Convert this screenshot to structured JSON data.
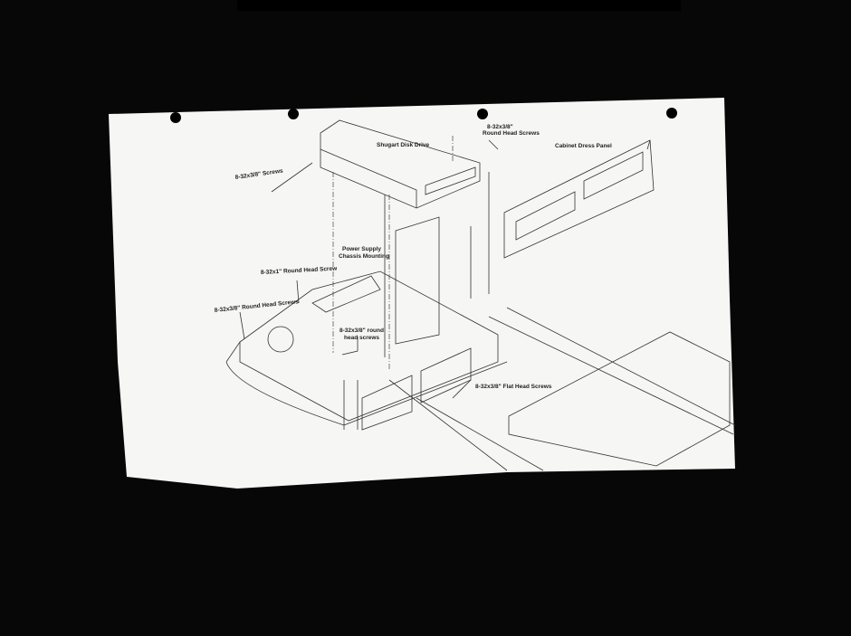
{
  "document": {
    "type": "scanned assembly drawing",
    "labels": {
      "disk_drive": "Shugart Disk Drive",
      "top_screws": "8-32x3/8\" Screws",
      "round_head_top_line1": "8-32x3/8\"",
      "round_head_top_line2": "Round Head Screws",
      "dress_panel": "Cabinet Dress Panel",
      "power_supply_line1": "Power Supply",
      "power_supply_line2": "Chassis Mounting",
      "round_head_screw_1in": "8-32x1\" Round Head Screw",
      "round_head_left": "8-32x3/8\" Round Head Screws",
      "round_head_mid_line1": "8-32x3/8\" round",
      "round_head_mid_line2": "head screws",
      "flat_head": "8-32x3/8\" Flat Head Screws"
    }
  }
}
